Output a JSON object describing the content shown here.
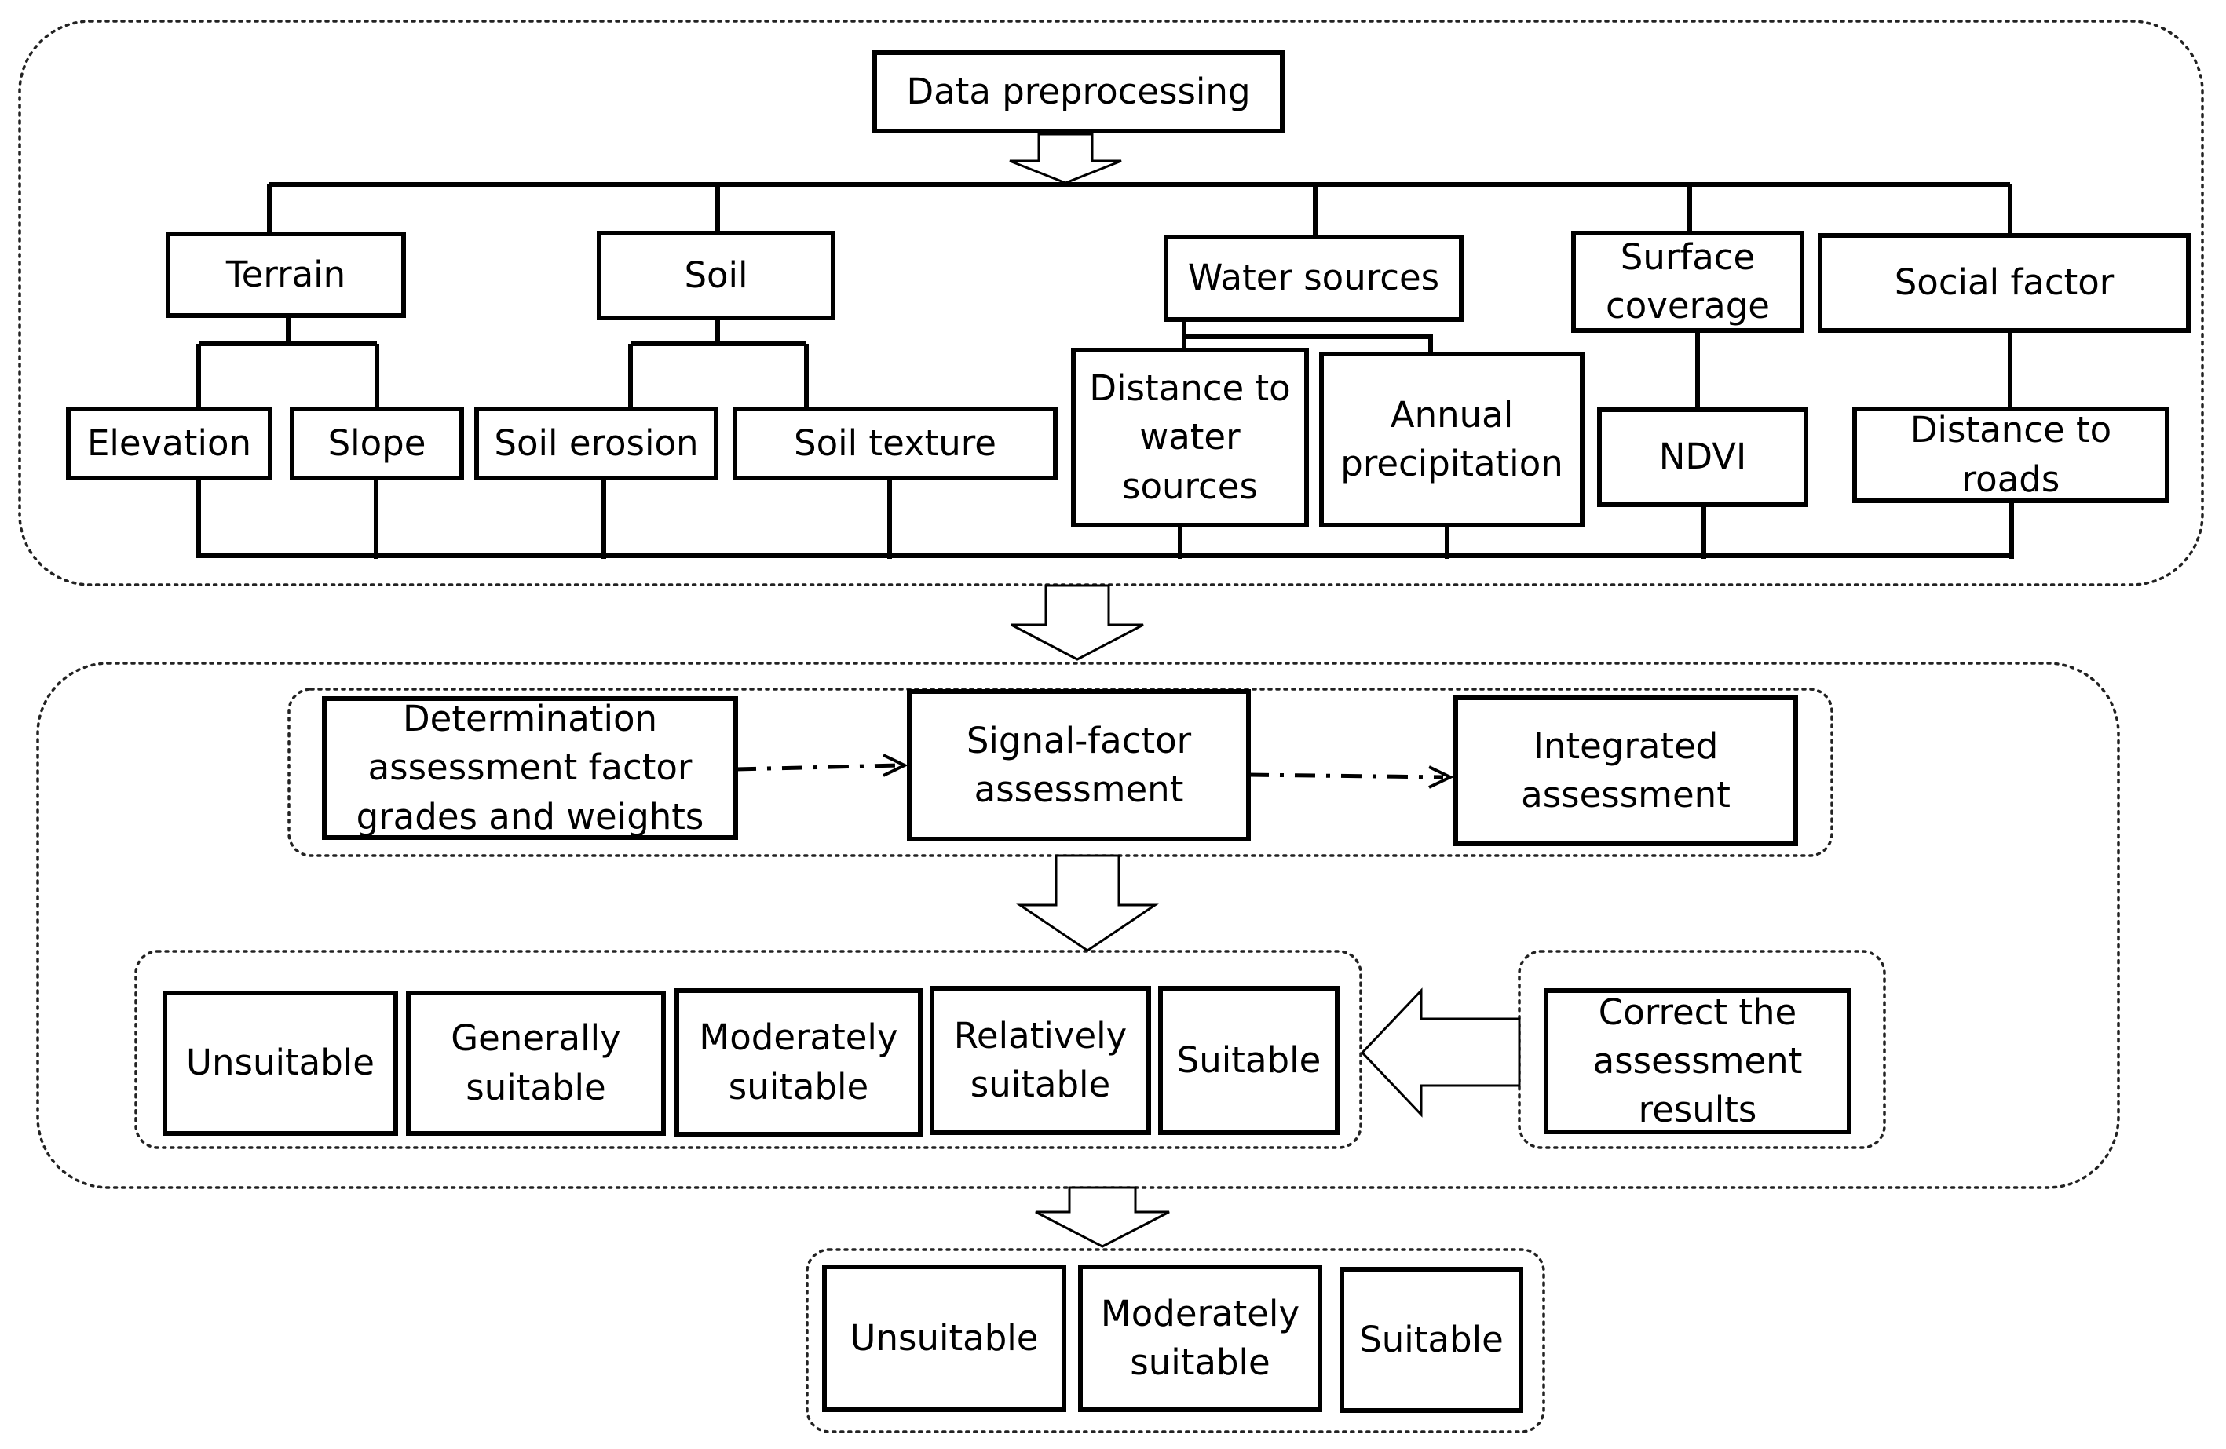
{
  "nodes": {
    "data_preprocessing": "Data preprocessing",
    "terrain": "Terrain",
    "soil": "Soil",
    "water_sources": "Water sources",
    "surface_coverage": "Surface\ncoverage",
    "social_factor": "Social factor",
    "elevation": "Elevation",
    "slope": "Slope",
    "soil_erosion": "Soil erosion",
    "soil_texture": "Soil texture",
    "distance_to_water_sources": "Distance to\nwater\nsources",
    "annual_precipitation": "Annual\nprecipitation",
    "ndvi": "NDVI",
    "distance_to_roads": "Distance to\nroads",
    "determination": "Determination\nassessment factor\ngrades and weights",
    "signal_factor_assessment": "Signal-factor\nassessment",
    "integrated_assessment": "Integrated\nassessment",
    "correct_results": "Correct the\nassessment\nresults"
  },
  "five_levels": [
    "Unsuitable",
    "Generally\nsuitable",
    "Moderately\nsuitable",
    "Relatively\nsuitable",
    "Suitable"
  ],
  "three_levels": [
    "Unsuitable",
    "Moderately\nsuitable",
    "Suitable"
  ]
}
